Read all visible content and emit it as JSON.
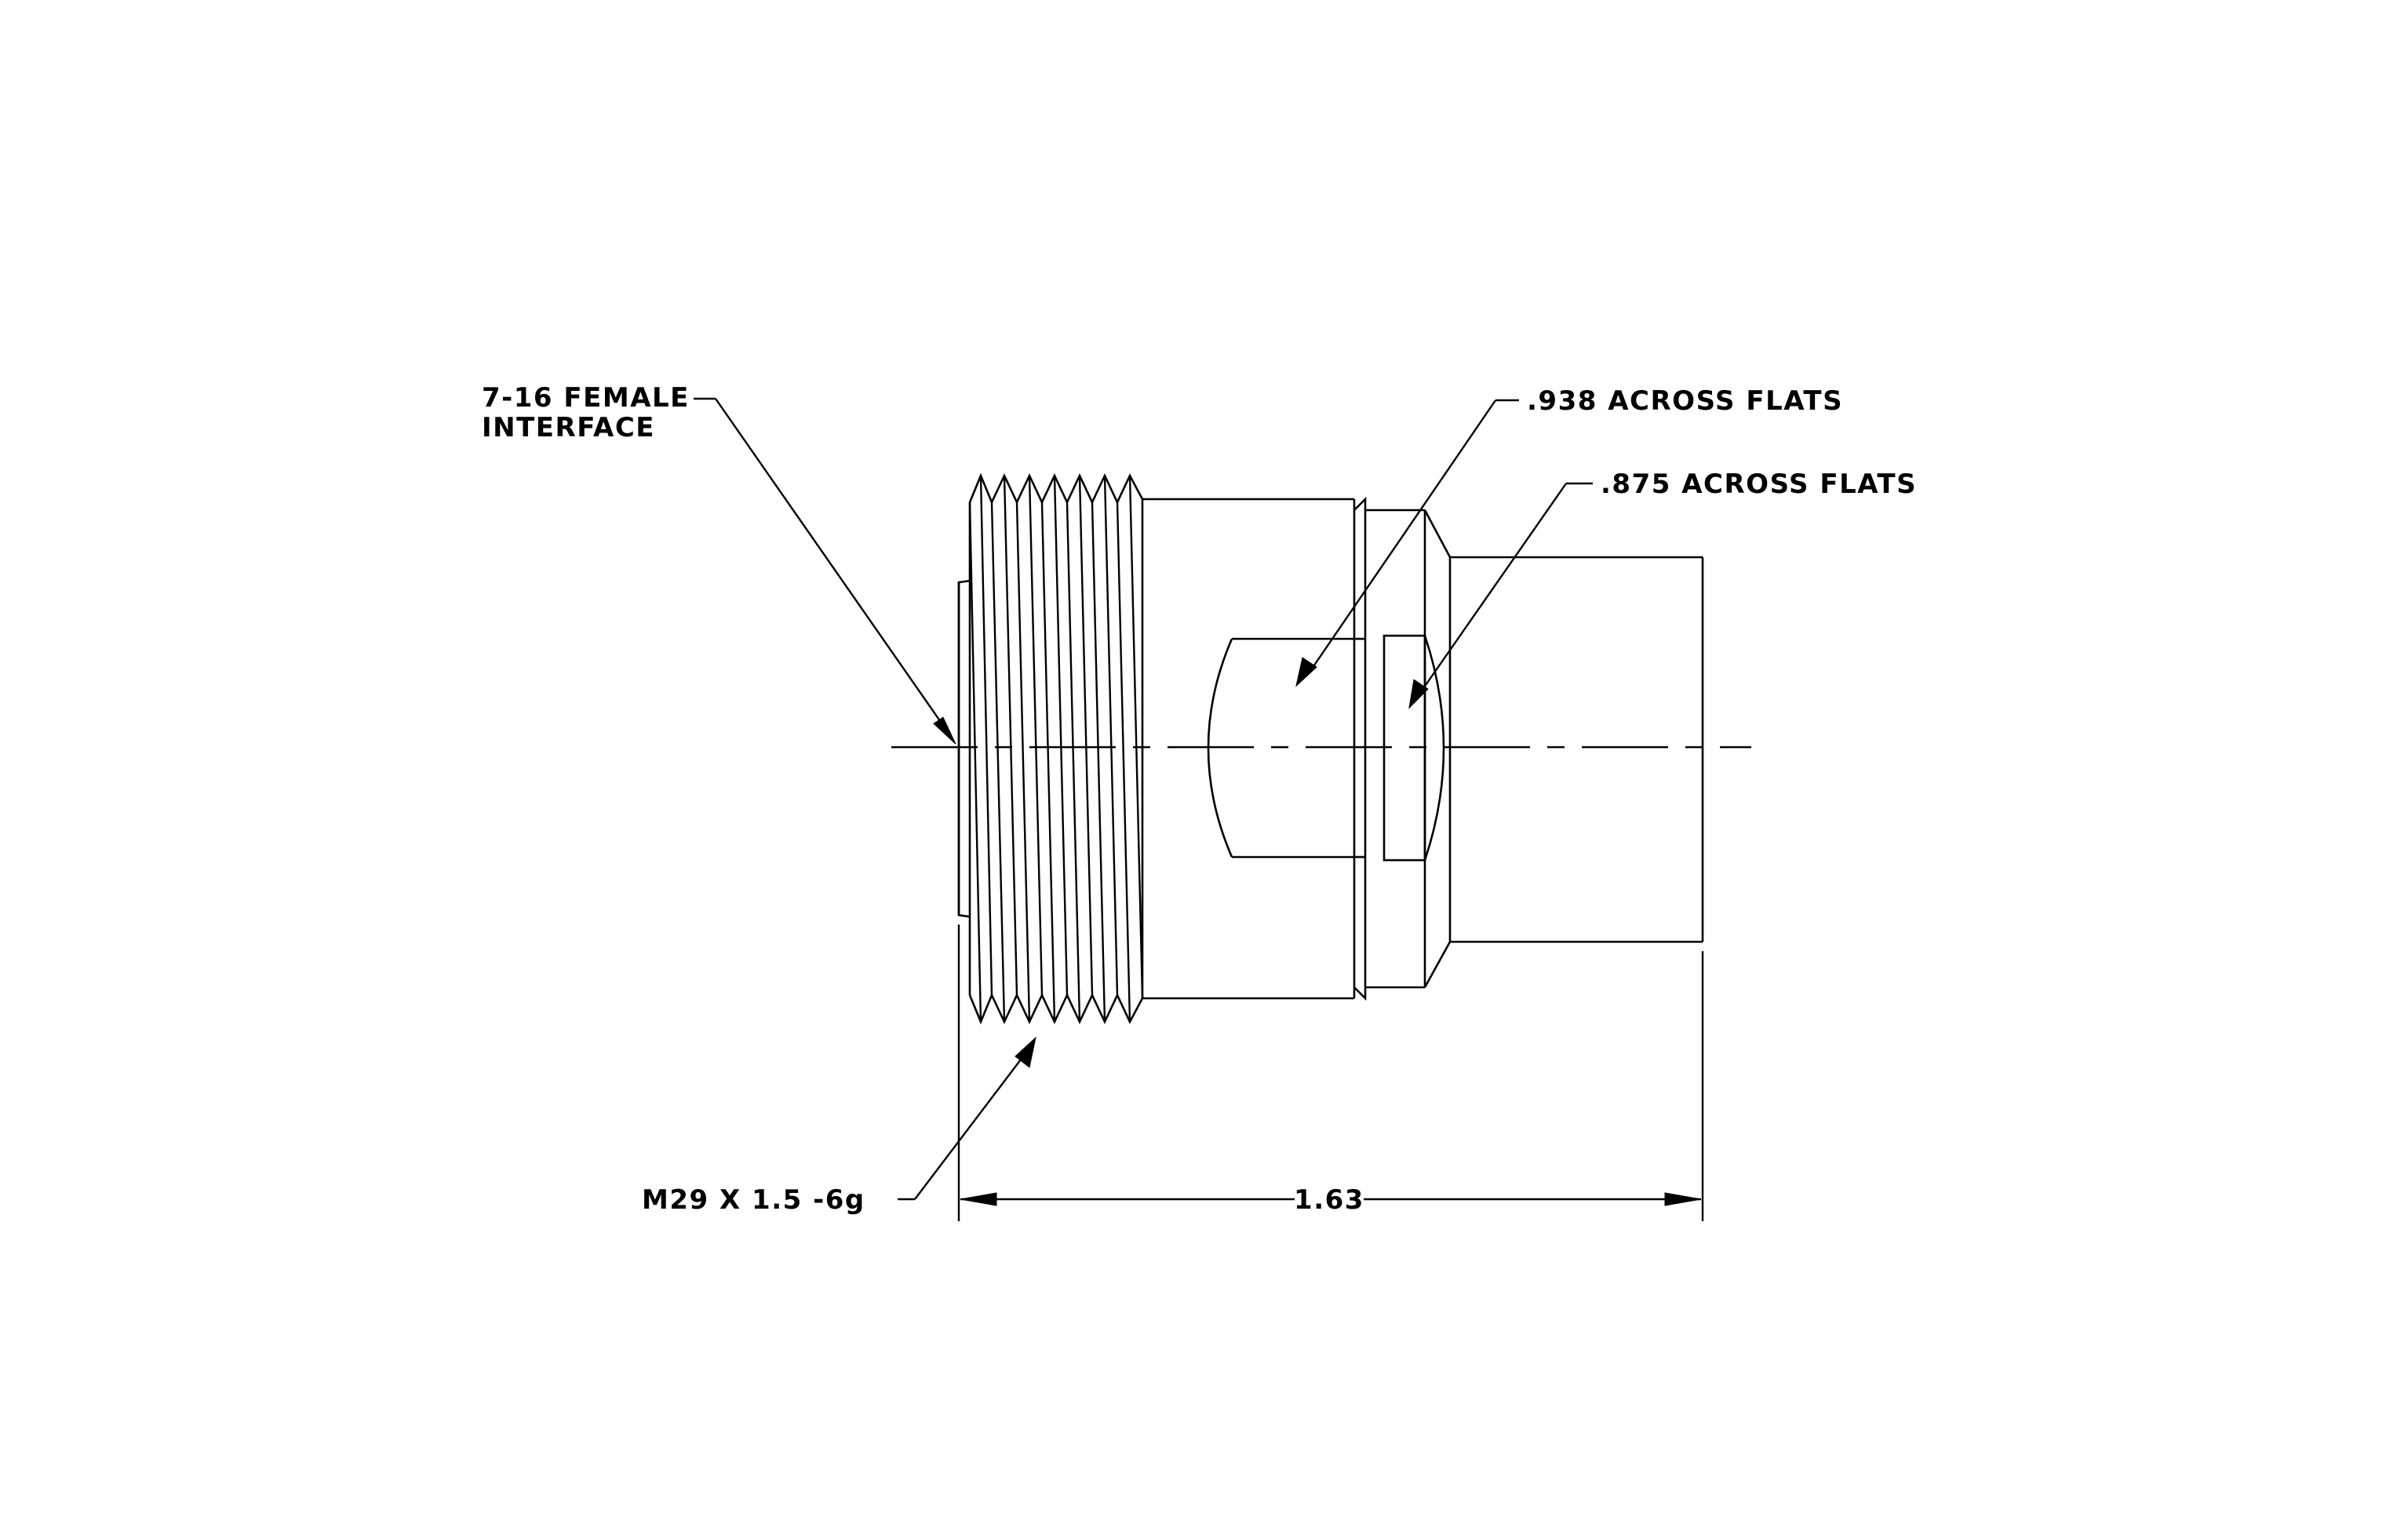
{
  "drawing": {
    "callouts": {
      "interface_line1": "7-16 FEMALE",
      "interface_line2": "INTERFACE",
      "flats_938": ".938 ACROSS FLATS",
      "flats_875": ".875 ACROSS FLATS",
      "thread": "M29 X 1.5 -6g"
    },
    "dimensions": {
      "overall_length": "1.63"
    }
  }
}
